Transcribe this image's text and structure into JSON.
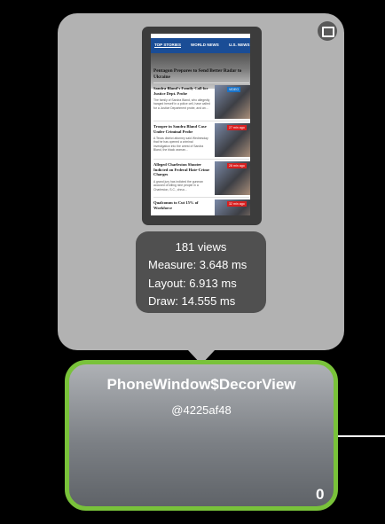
{
  "popup": {
    "screen": {
      "tabs": [
        "TOP STORIES",
        "WORLD NEWS",
        "U.S. NEWS"
      ],
      "hero_headline": "Pentagon Prepares to Send Better Radar to Ukraine",
      "articles": [
        {
          "headline": "Sandra Bland's Family Call for Justice Dept. Probe",
          "summary": "The family of Sandra Bland, who allegedly hanged herself in a police cell, have called for a Justice Department probe, and an…",
          "badge": "VIDEO"
        },
        {
          "headline": "Trooper in Sandra Bland Case Under Criminal Probe",
          "summary": "A Texas district attorney said Wednesday that he has opened a criminal investigation into the arrest of Sandra Bland, the black woman…",
          "badge": "27 min ago"
        },
        {
          "headline": "Alleged Charleston Shooter Indicted on Federal Hate-Crime Charges",
          "summary": "A grand jury has indicted the gunman accused of killing nine people in a Charleston, S.C., chruc…",
          "badge": "28 min ago"
        },
        {
          "headline": "Qualcomm to Cut 15% of Workforce",
          "summary": "",
          "badge": "32 min ago"
        }
      ]
    },
    "stats": {
      "views": "181 views",
      "measure": "Measure: 3.648 ms",
      "layout": "Layout: 6.913 ms",
      "draw": "Draw: 14.555 ms"
    }
  },
  "node": {
    "title": "PhoneWindow$DecorView",
    "hash": "@4225af48",
    "child_count": "0",
    "border_color": "#79c23a"
  }
}
